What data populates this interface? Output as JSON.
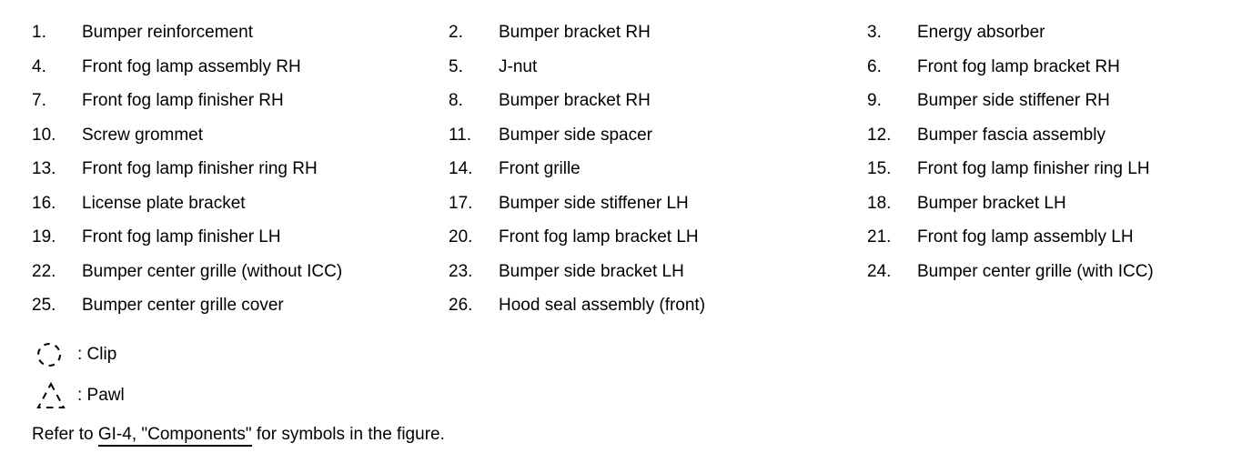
{
  "page": {
    "background": "#ffffff",
    "text_color": "#000000"
  },
  "parts_list": {
    "items": [
      {
        "num": "1.",
        "label": "Bumper reinforcement"
      },
      {
        "num": "2.",
        "label": "Bumper bracket RH"
      },
      {
        "num": "3.",
        "label": "Energy absorber"
      },
      {
        "num": "4.",
        "label": "Front fog lamp assembly RH"
      },
      {
        "num": "5.",
        "label": "J-nut"
      },
      {
        "num": "6.",
        "label": "Front fog lamp bracket RH"
      },
      {
        "num": "7.",
        "label": "Front fog lamp finisher RH"
      },
      {
        "num": "8.",
        "label": "Bumper bracket RH"
      },
      {
        "num": "9.",
        "label": "Bumper side stiffener RH"
      },
      {
        "num": "10.",
        "label": "Screw grommet"
      },
      {
        "num": "11.",
        "label": "Bumper side spacer"
      },
      {
        "num": "12.",
        "label": "Bumper fascia assembly"
      },
      {
        "num": "13.",
        "label": "Front fog lamp finisher ring RH"
      },
      {
        "num": "14.",
        "label": "Front grille"
      },
      {
        "num": "15.",
        "label": "Front fog lamp finisher ring LH"
      },
      {
        "num": "16.",
        "label": "License plate bracket"
      },
      {
        "num": "17.",
        "label": "Bumper side stiffener LH"
      },
      {
        "num": "18.",
        "label": "Bumper bracket LH"
      },
      {
        "num": "19.",
        "label": "Front fog lamp finisher LH"
      },
      {
        "num": "20.",
        "label": "Front fog lamp bracket LH"
      },
      {
        "num": "21.",
        "label": "Front fog lamp assembly LH"
      },
      {
        "num": "22.",
        "label": "Bumper center grille (without ICC)"
      },
      {
        "num": "23.",
        "label": "Bumper side bracket LH"
      },
      {
        "num": "24.",
        "label": "Bumper center grille (with ICC)"
      },
      {
        "num": "25.",
        "label": "Bumper center grille cover"
      },
      {
        "num": "26.",
        "label": "Hood seal assembly (front)"
      }
    ]
  },
  "symbols": [
    {
      "icon": "dashed-circle",
      "label": ": Clip"
    },
    {
      "icon": "dashed-triangle",
      "label": ": Pawl"
    }
  ],
  "reference": {
    "prefix": "Refer to ",
    "link": "GI-4, \"Components\"",
    "suffix": " for symbols in the figure."
  }
}
